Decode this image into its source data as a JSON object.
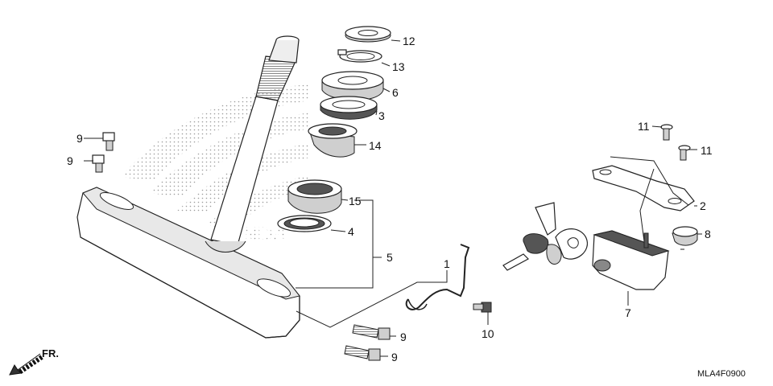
{
  "diagram": {
    "callouts": {
      "c12": "12",
      "c13": "13",
      "c6": "6",
      "c3": "3",
      "c14": "14",
      "c15": "15",
      "c4": "4",
      "c5": "5",
      "c1": "1",
      "c9a": "9",
      "c9b": "9",
      "c9c": "9",
      "c9d": "9",
      "c10": "10",
      "c11a": "11",
      "c11b": "11",
      "c2": "2",
      "c8": "8",
      "c7": "7"
    },
    "direction_label": "FR.",
    "figure_code": "MLA4F0900"
  }
}
